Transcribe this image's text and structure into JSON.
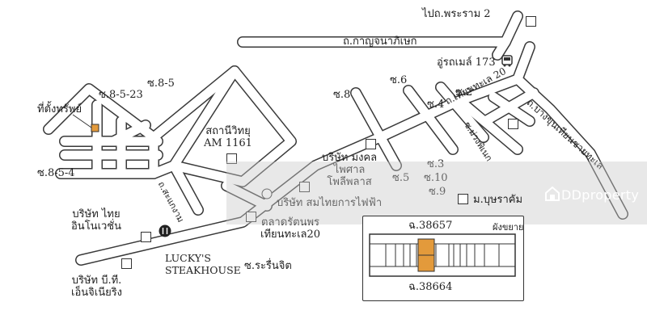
{
  "roads": {
    "kanchanapisek": "ถ.กาญจนาภิเษก",
    "rama2_post": "ไปถ.พระราม 2",
    "tien_talay": "ถ.เทียนทะเล 20",
    "bangkhunthian": "ถ.บางขุนเทียนชายทะเล",
    "soi_2": "ซ.2",
    "soi_3": "ซ.3",
    "soi_4": "ซ.4",
    "soi_5": "ซ.5",
    "soi_6": "ซ.6",
    "soi_8": "ซ.8",
    "soi_9": "ซ.9",
    "soi_10": "ซ.10",
    "soi_8_5": "ซ.8-5",
    "soi_8_5_4": "ซ.8-5-4",
    "soi_8_5_23": "ซ.8-5-23",
    "soi_rareunjit": "ซ.ระรื่นจิต",
    "soi_small_a": "ซ.ม่วงพิเนก",
    "soi_small_b": "ซ.เทียนทะเล"
  },
  "places": {
    "property": "ที่ตั้งทรัพย์",
    "garage": "อู่รถเมล์ 173",
    "radio": "สถานีวิทยุ\nAM 1161",
    "mongkol": "บริษัท มงคล\nไพศาล\nโพลีพลาส",
    "thai_elec": "บริษัท สมไทยการไฟฟ้า",
    "market": "ตลาดรัตนพร\nเทียนทะเล20",
    "thai_inno": "บริษัท ไทย\nอินโนเวชั่น",
    "lucky": "LUCKY'S\nSTEAKHOUSE",
    "btt": "บริษัท บี.ที.\nเอ็นจิเนียริง",
    "village": "ม.บุษราคัม",
    "ss_road": "ถ.สะแกงาม"
  },
  "inset": {
    "deed_top": "ฉ.38657",
    "deed_bottom": "ฉ.38664",
    "plan": "ผังขยาย"
  },
  "watermark": "DDproperty",
  "icons": [
    "bus-icon",
    "restaurant-icon",
    "building-marker-icon",
    "logo-icon"
  ],
  "colors": {
    "parcel": "#e39a3b",
    "road_edge": "#3a3a3a",
    "watermark": "#c8c8c8"
  }
}
